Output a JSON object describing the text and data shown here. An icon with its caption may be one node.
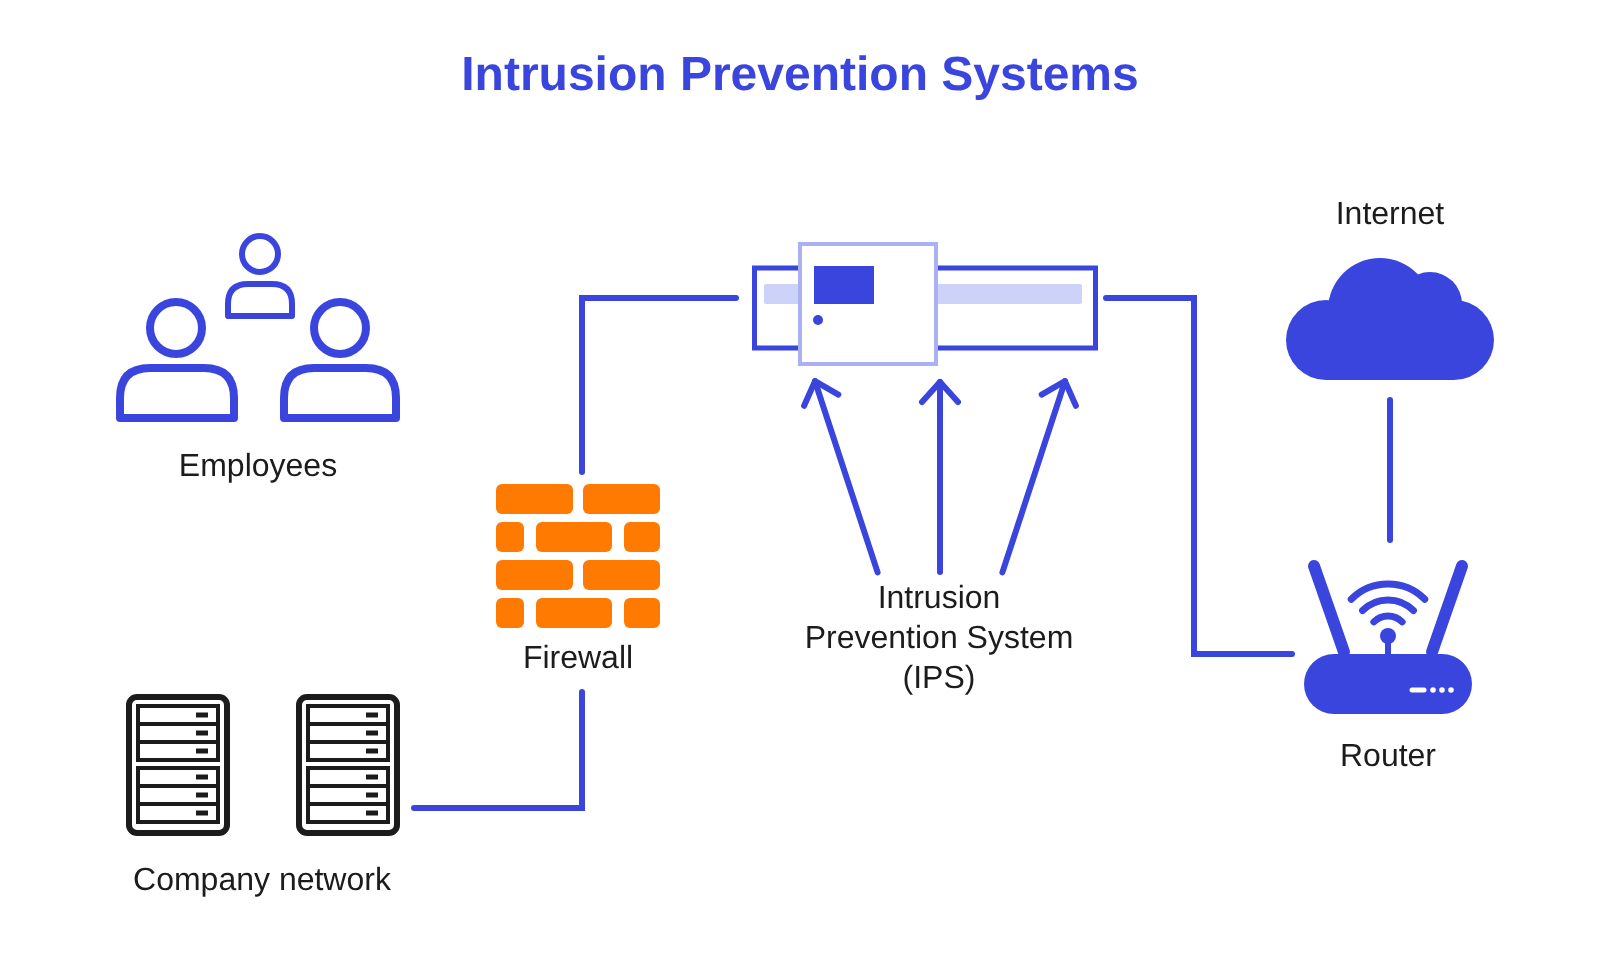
{
  "diagram": {
    "title": "Intrusion Prevention Systems",
    "nodes": [
      {
        "text": [
          "Employees"
        ]
      },
      {
        "text": [
          "Firewall"
        ]
      },
      {
        "text": [
          "Company network"
        ]
      },
      {
        "text": [],
        "shape": "picture"
      },
      {
        "text": [
          "Intrusion Prevention System (IPS)"
        ]
      },
      {
        "text": [
          "Internet"
        ]
      },
      {
        "text": [
          "Router"
        ]
      }
    ],
    "edges": [
      {
        "from": 2,
        "to": 1,
        "arrow": "none"
      },
      {
        "from": 1,
        "to": 3,
        "arrow": "none"
      },
      {
        "from": 3,
        "to": 6,
        "arrow": "none"
      },
      {
        "from": 5,
        "to": 6,
        "arrow": "none"
      },
      {
        "from": 4,
        "to": 3,
        "arrow": "to"
      },
      {
        "from": 4,
        "to": 3,
        "arrow": "to"
      },
      {
        "from": 4,
        "to": 3,
        "arrow": "to"
      }
    ]
  }
}
